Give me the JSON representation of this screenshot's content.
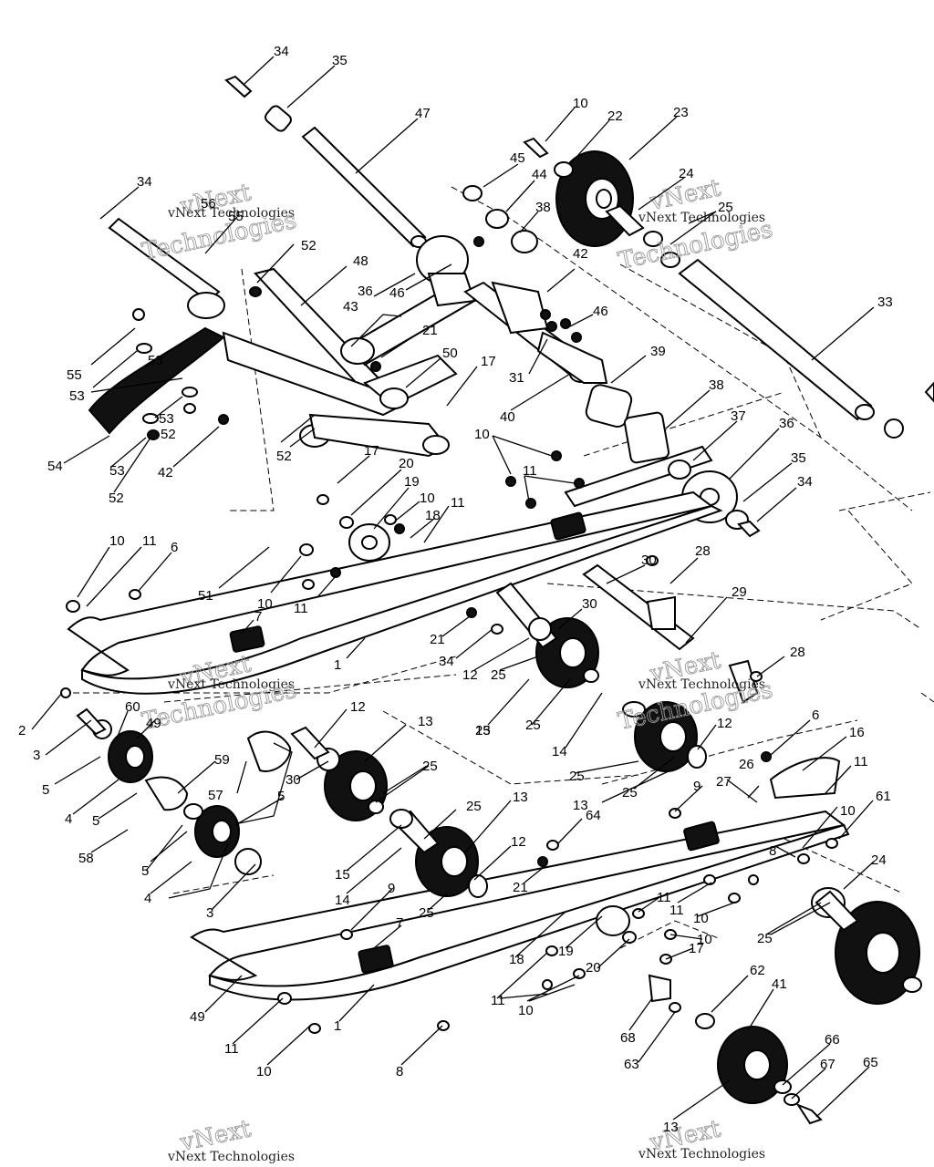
{
  "watermark": {
    "line1": "vNext",
    "line2": "vNext Technologies",
    "line3": "Technologies"
  },
  "callouts": [
    {
      "id": "34a",
      "text": "34"
    },
    {
      "id": "35a",
      "text": "35"
    },
    {
      "id": "47",
      "text": "47"
    },
    {
      "id": "10a",
      "text": "10"
    },
    {
      "id": "22",
      "text": "22"
    },
    {
      "id": "23",
      "text": "23"
    },
    {
      "id": "45",
      "text": "45"
    },
    {
      "id": "44",
      "text": "44"
    },
    {
      "id": "24a",
      "text": "24"
    },
    {
      "id": "38a",
      "text": "38"
    },
    {
      "id": "25a",
      "text": "25"
    },
    {
      "id": "34b",
      "text": "34"
    },
    {
      "id": "56",
      "text": "56"
    },
    {
      "id": "55a",
      "text": "55"
    },
    {
      "id": "52a",
      "text": "52"
    },
    {
      "id": "48",
      "text": "48"
    },
    {
      "id": "36a",
      "text": "36"
    },
    {
      "id": "46a",
      "text": "46"
    },
    {
      "id": "42a",
      "text": "42"
    },
    {
      "id": "43",
      "text": "43"
    },
    {
      "id": "21a",
      "text": "21"
    },
    {
      "id": "46b",
      "text": "46"
    },
    {
      "id": "33",
      "text": "33"
    },
    {
      "id": "55b",
      "text": "55"
    },
    {
      "id": "53a",
      "text": "53"
    },
    {
      "id": "53b",
      "text": "53"
    },
    {
      "id": "50",
      "text": "50"
    },
    {
      "id": "31",
      "text": "31"
    },
    {
      "id": "39",
      "text": "39"
    },
    {
      "id": "53c",
      "text": "53"
    },
    {
      "id": "52b",
      "text": "52"
    },
    {
      "id": "17a",
      "text": "17"
    },
    {
      "id": "40",
      "text": "40"
    },
    {
      "id": "38b",
      "text": "38"
    },
    {
      "id": "54",
      "text": "54"
    },
    {
      "id": "53d",
      "text": "53"
    },
    {
      "id": "42b",
      "text": "42"
    },
    {
      "id": "52c",
      "text": "52"
    },
    {
      "id": "52d",
      "text": "52"
    },
    {
      "id": "37",
      "text": "37"
    },
    {
      "id": "36b",
      "text": "36"
    },
    {
      "id": "10b",
      "text": "10"
    },
    {
      "id": "17b",
      "text": "17"
    },
    {
      "id": "11a",
      "text": "11"
    },
    {
      "id": "35b",
      "text": "35"
    },
    {
      "id": "34c",
      "text": "34"
    },
    {
      "id": "20a",
      "text": "20"
    },
    {
      "id": "19a",
      "text": "19"
    },
    {
      "id": "10c",
      "text": "10"
    },
    {
      "id": "18a",
      "text": "18"
    },
    {
      "id": "11b",
      "text": "11"
    },
    {
      "id": "10d",
      "text": "10"
    },
    {
      "id": "11c",
      "text": "11"
    },
    {
      "id": "6a",
      "text": "6"
    },
    {
      "id": "30a",
      "text": "30"
    },
    {
      "id": "28a",
      "text": "28"
    },
    {
      "id": "51",
      "text": "51"
    },
    {
      "id": "10e",
      "text": "10"
    },
    {
      "id": "11d",
      "text": "11"
    },
    {
      "id": "29",
      "text": "29"
    },
    {
      "id": "7a",
      "text": "7"
    },
    {
      "id": "30b",
      "text": "30"
    },
    {
      "id": "21b",
      "text": "21"
    },
    {
      "id": "34d",
      "text": "34"
    },
    {
      "id": "1a",
      "text": "1"
    },
    {
      "id": "12a",
      "text": "12"
    },
    {
      "id": "25b",
      "text": "25"
    },
    {
      "id": "28b",
      "text": "28"
    },
    {
      "id": "2",
      "text": "2"
    },
    {
      "id": "60",
      "text": "60"
    },
    {
      "id": "49a",
      "text": "49"
    },
    {
      "id": "12b",
      "text": "12"
    },
    {
      "id": "25c",
      "text": "25"
    },
    {
      "id": "13a",
      "text": "13"
    },
    {
      "id": "13b",
      "text": "13"
    },
    {
      "id": "25d",
      "text": "25"
    },
    {
      "id": "12c",
      "text": "12"
    },
    {
      "id": "3a",
      "text": "3"
    },
    {
      "id": "14a",
      "text": "14"
    },
    {
      "id": "6b",
      "text": "6"
    },
    {
      "id": "16",
      "text": "16"
    },
    {
      "id": "59",
      "text": "59"
    },
    {
      "id": "25e",
      "text": "25"
    },
    {
      "id": "25f",
      "text": "25"
    },
    {
      "id": "5a",
      "text": "5"
    },
    {
      "id": "57",
      "text": "57"
    },
    {
      "id": "30c",
      "text": "30"
    },
    {
      "id": "25g",
      "text": "25"
    },
    {
      "id": "13c",
      "text": "13"
    },
    {
      "id": "9a",
      "text": "9"
    },
    {
      "id": "26",
      "text": "26"
    },
    {
      "id": "27",
      "text": "27"
    },
    {
      "id": "11e",
      "text": "11"
    },
    {
      "id": "4a",
      "text": "4"
    },
    {
      "id": "5b",
      "text": "5"
    },
    {
      "id": "5c",
      "text": "5"
    },
    {
      "id": "25h",
      "text": "25"
    },
    {
      "id": "13d",
      "text": "13"
    },
    {
      "id": "61",
      "text": "61"
    },
    {
      "id": "10f",
      "text": "10"
    },
    {
      "id": "58",
      "text": "58"
    },
    {
      "id": "15",
      "text": "15"
    },
    {
      "id": "12d",
      "text": "12"
    },
    {
      "id": "64",
      "text": "64"
    },
    {
      "id": "8a",
      "text": "8"
    },
    {
      "id": "5d",
      "text": "5"
    },
    {
      "id": "14b",
      "text": "14"
    },
    {
      "id": "21c",
      "text": "21"
    },
    {
      "id": "24b",
      "text": "24"
    },
    {
      "id": "4b",
      "text": "4"
    },
    {
      "id": "25i",
      "text": "25"
    },
    {
      "id": "3b",
      "text": "3"
    },
    {
      "id": "9b",
      "text": "9"
    },
    {
      "id": "11f",
      "text": "11"
    },
    {
      "id": "11g",
      "text": "11"
    },
    {
      "id": "10g",
      "text": "10"
    },
    {
      "id": "10h",
      "text": "10"
    },
    {
      "id": "25j",
      "text": "25"
    },
    {
      "id": "7b",
      "text": "7"
    },
    {
      "id": "19b",
      "text": "19"
    },
    {
      "id": "17c",
      "text": "17"
    },
    {
      "id": "18b",
      "text": "18"
    },
    {
      "id": "20b",
      "text": "20"
    },
    {
      "id": "49b",
      "text": "49"
    },
    {
      "id": "1b",
      "text": "1"
    },
    {
      "id": "11h",
      "text": "11"
    },
    {
      "id": "10i",
      "text": "10"
    },
    {
      "id": "62",
      "text": "62"
    },
    {
      "id": "41",
      "text": "41"
    },
    {
      "id": "68",
      "text": "68"
    },
    {
      "id": "11i",
      "text": "11"
    },
    {
      "id": "63",
      "text": "63"
    },
    {
      "id": "10j",
      "text": "10"
    },
    {
      "id": "8b",
      "text": "8"
    },
    {
      "id": "66",
      "text": "66"
    },
    {
      "id": "67",
      "text": "67"
    },
    {
      "id": "65",
      "text": "65"
    },
    {
      "id": "13e",
      "text": "13"
    }
  ]
}
